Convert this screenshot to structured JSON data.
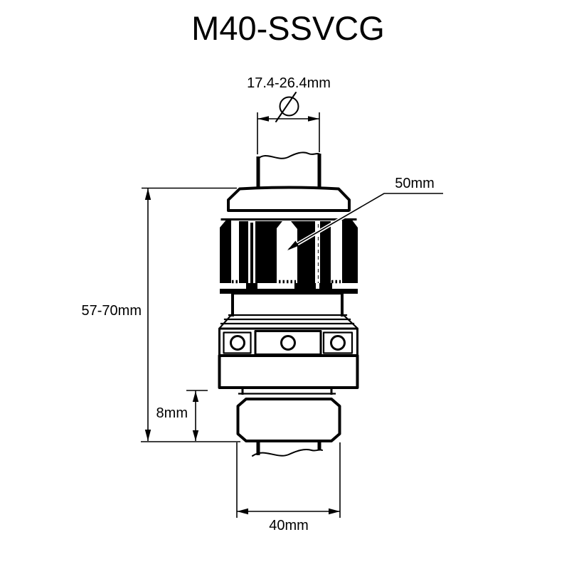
{
  "title": "M40-SSVCG",
  "colors": {
    "line": "#000000",
    "background": "#ffffff"
  },
  "drawing": {
    "type": "technical-dimension-drawing",
    "subject": "cable gland side view",
    "diameter_symbol": "Ø",
    "labels": {
      "cable_diameter_range": "17.4-26.4mm",
      "cap_diameter": "50mm",
      "overall_height_range": "57-70mm",
      "locknut_height": "8mm",
      "thread_width": "40mm"
    }
  }
}
